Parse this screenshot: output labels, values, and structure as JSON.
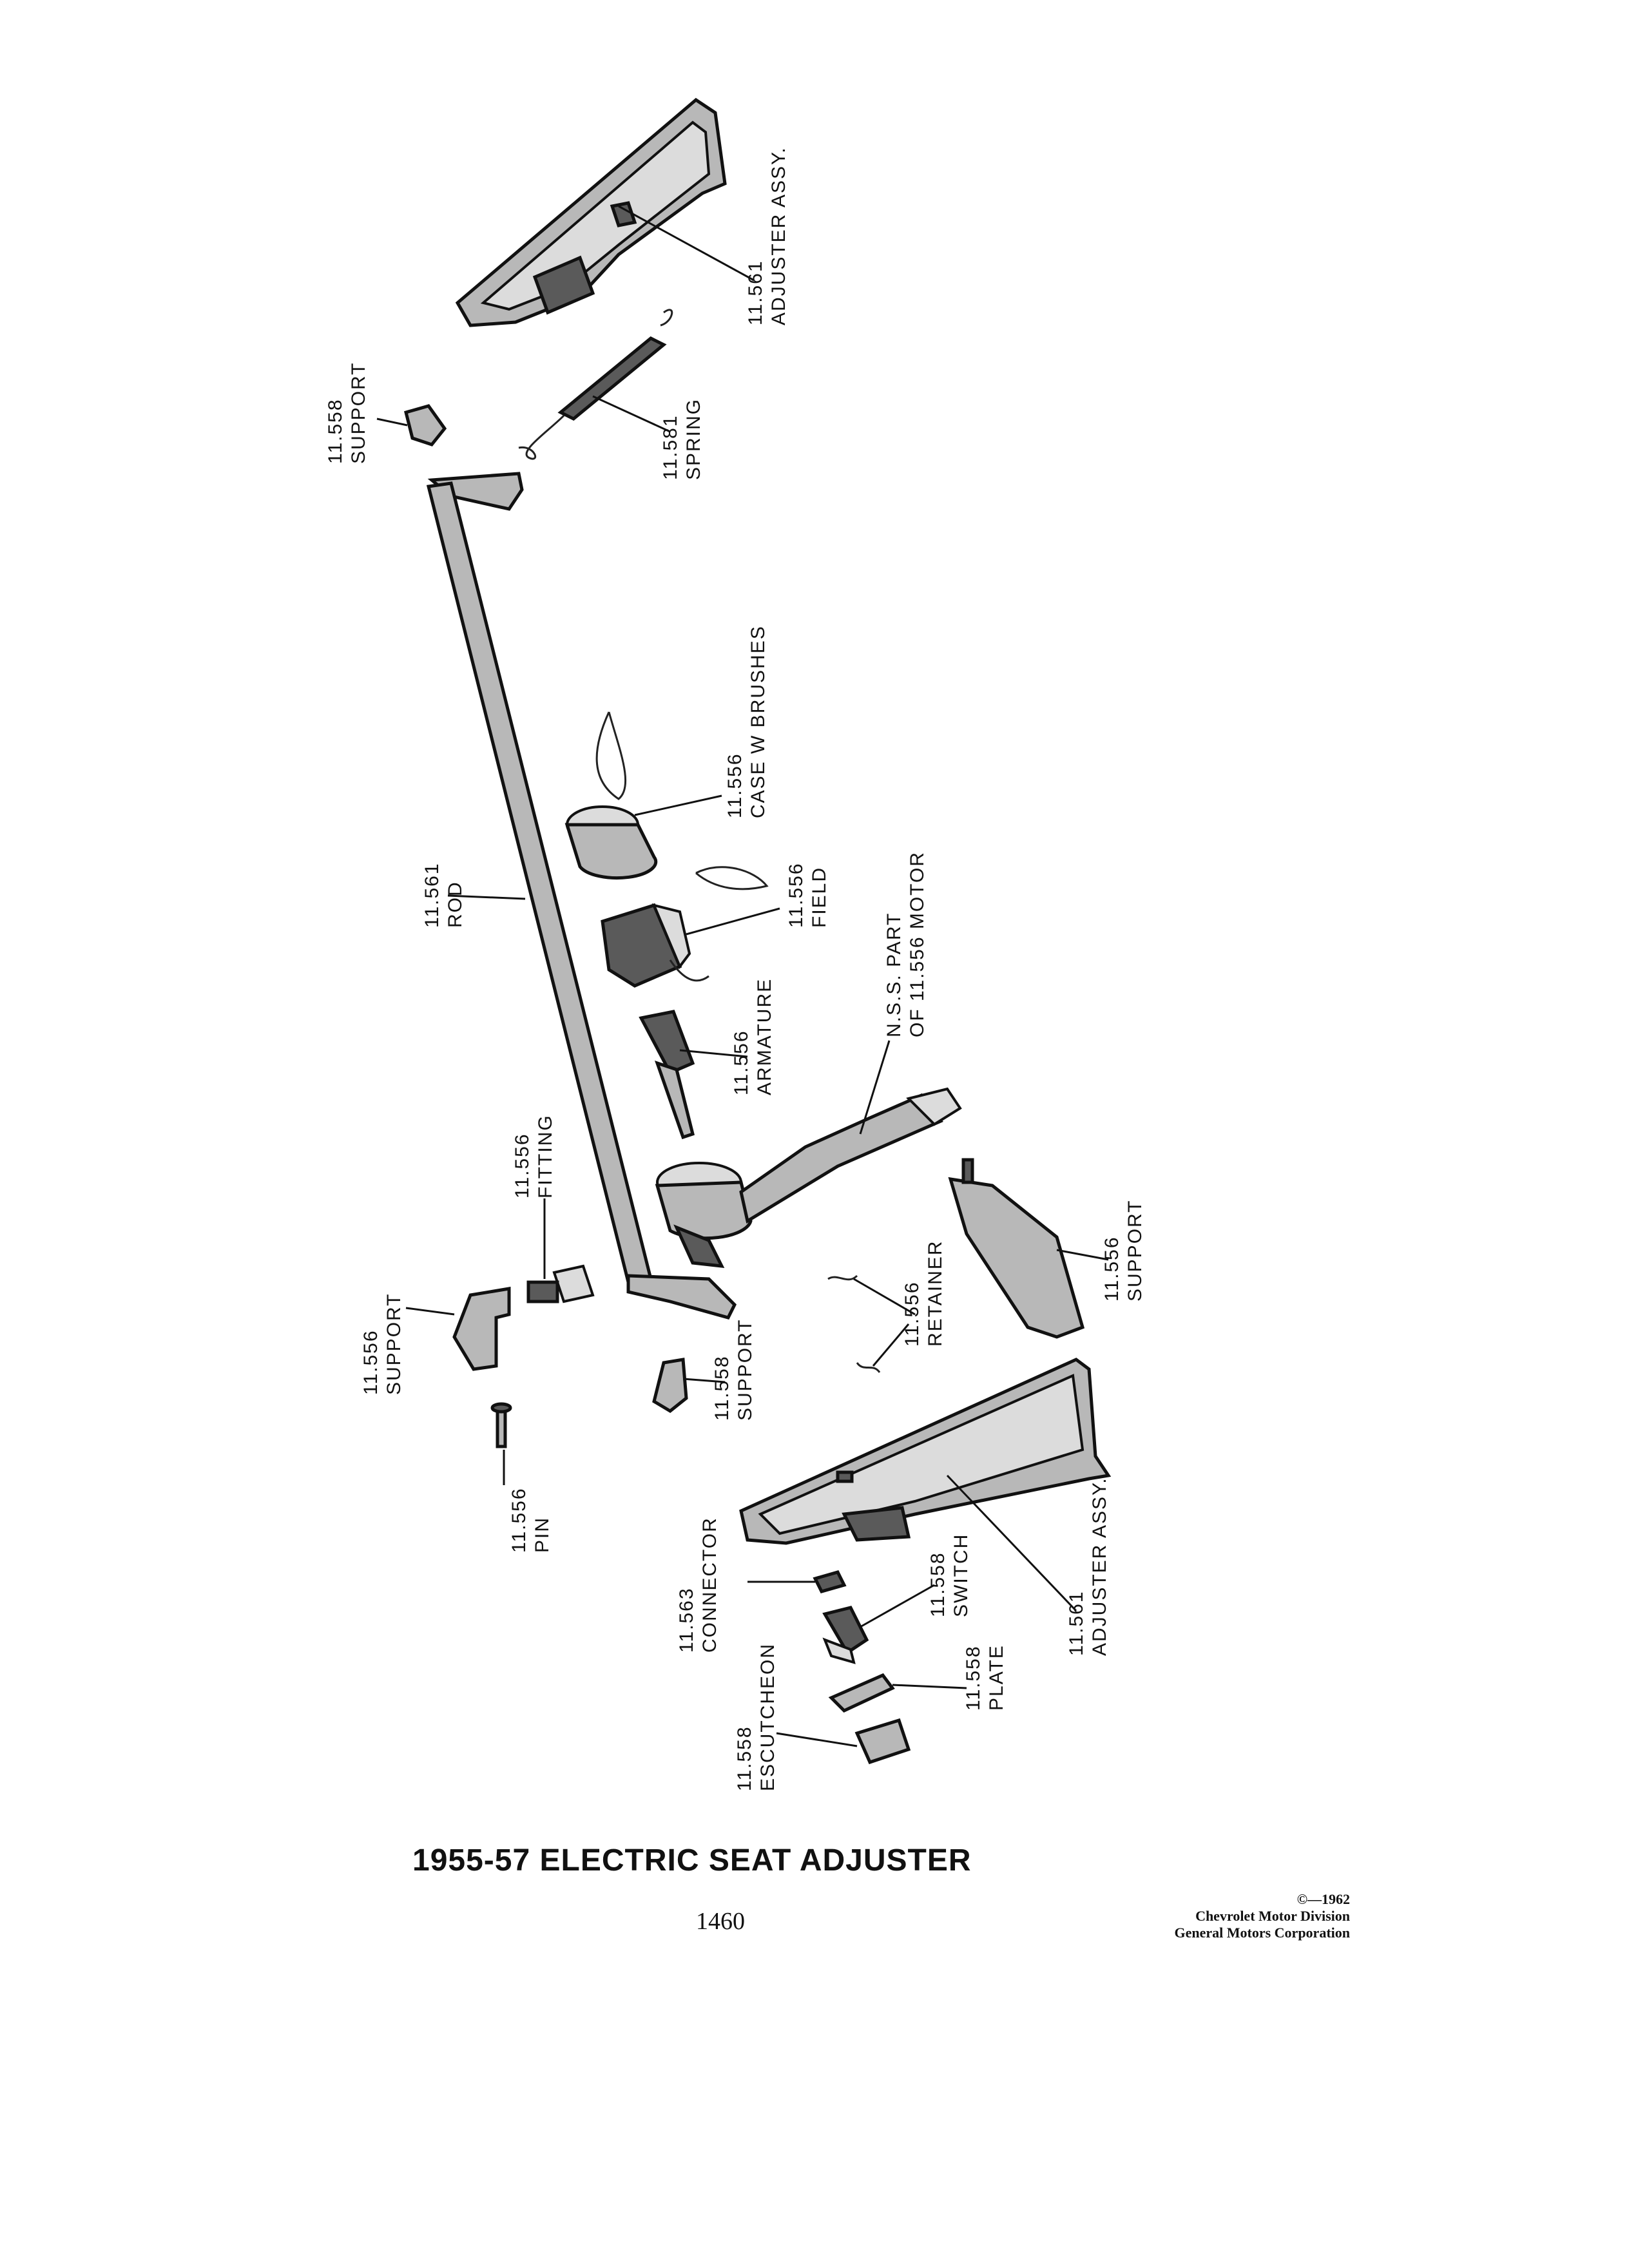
{
  "title": "1955-57 ELECTRIC SEAT ADJUSTER",
  "page_number": "1460",
  "copyright": {
    "line1": "©—1962",
    "line2": "Chevrolet Motor Division",
    "line3": "General Motors Corporation"
  },
  "callouts": {
    "adjuster_assy_top": {
      "number": "11.561",
      "name": "ADJUSTER ASSY."
    },
    "spring": {
      "number": "11.581",
      "name": "SPRING"
    },
    "support_top": {
      "number": "11.558",
      "name": "SUPPORT"
    },
    "case_w_brushes": {
      "number": "11.556",
      "name": "CASE W BRUSHES"
    },
    "rod": {
      "number": "11.561",
      "name": "ROD"
    },
    "field": {
      "number": "11.556",
      "name": "FIELD"
    },
    "nss_part": {
      "line1": "N.S.S. PART",
      "line2": "OF 11.556 MOTOR"
    },
    "armature": {
      "number": "11.556",
      "name": "ARMATURE"
    },
    "fitting": {
      "number": "11.556",
      "name": "FITTING"
    },
    "support_left": {
      "number": "11.556",
      "name": "SUPPORT"
    },
    "support_right": {
      "number": "11.556",
      "name": "SUPPORT"
    },
    "retainer": {
      "number": "11.556",
      "name": "RETAINER"
    },
    "support_mid": {
      "number": "11.558",
      "name": "SUPPORT"
    },
    "pin": {
      "number": "11.556",
      "name": "PIN"
    },
    "adjuster_assy_bottom": {
      "number": "11.561",
      "name": "ADJUSTER ASSY."
    },
    "connector": {
      "number": "11.563",
      "name": "CONNECTOR"
    },
    "switch": {
      "number": "11.558",
      "name": "SWITCH"
    },
    "plate": {
      "number": "11.558",
      "name": "PLATE"
    },
    "escutcheon": {
      "number": "11.558",
      "name": "ESCUTCHEON"
    }
  }
}
